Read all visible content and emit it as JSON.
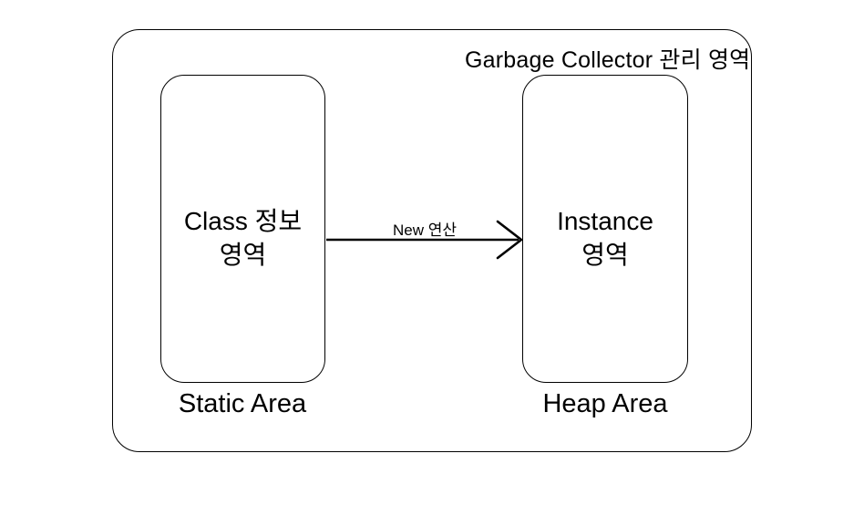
{
  "diagram": {
    "title": "Garbage Collector 관리 영역",
    "left_box": {
      "label_line1": "Class 정보",
      "label_line2": "영역",
      "caption": "Static Area"
    },
    "right_box": {
      "label_line1": "Instance",
      "label_line2": "영역",
      "caption": "Heap Area"
    },
    "arrow": {
      "label": "New 연산",
      "direction": "left-to-right"
    },
    "colors": {
      "stroke": "#000000",
      "background": "#ffffff",
      "text": "#000000"
    }
  }
}
